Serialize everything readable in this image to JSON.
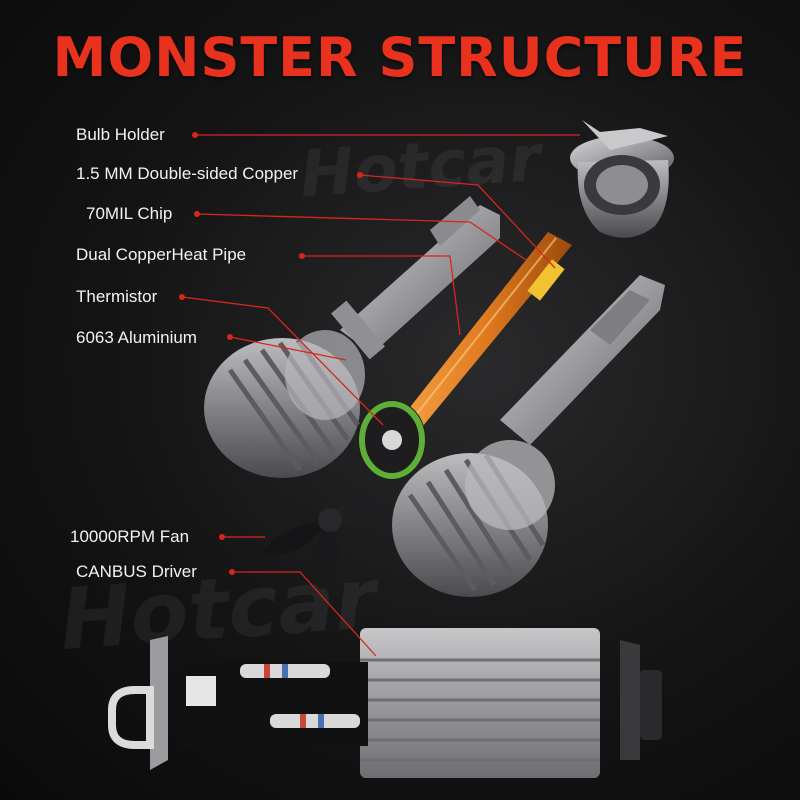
{
  "title": "MONSTER STRUCTURE",
  "watermark": "Hotcar",
  "callouts": [
    {
      "id": "bulb-holder",
      "text": "Bulb Holder"
    },
    {
      "id": "copper-board",
      "text": "1.5 MM Double-sided Copper"
    },
    {
      "id": "chip",
      "text": "70MIL Chip"
    },
    {
      "id": "heat-pipe",
      "text": "Dual CopperHeat Pipe"
    },
    {
      "id": "thermistor",
      "text": "Thermistor"
    },
    {
      "id": "aluminium",
      "text": "6063 Aluminium"
    },
    {
      "id": "fan",
      "text": "10000RPM Fan"
    },
    {
      "id": "driver",
      "text": "CANBUS Driver"
    }
  ],
  "colors": {
    "accent": "#e8321e",
    "leader": "#d8261a",
    "text": "#f2f2f2",
    "aluminium": "#a9a9ac",
    "copper": "#e07a1f",
    "pcb_green": "#5fae3a"
  }
}
